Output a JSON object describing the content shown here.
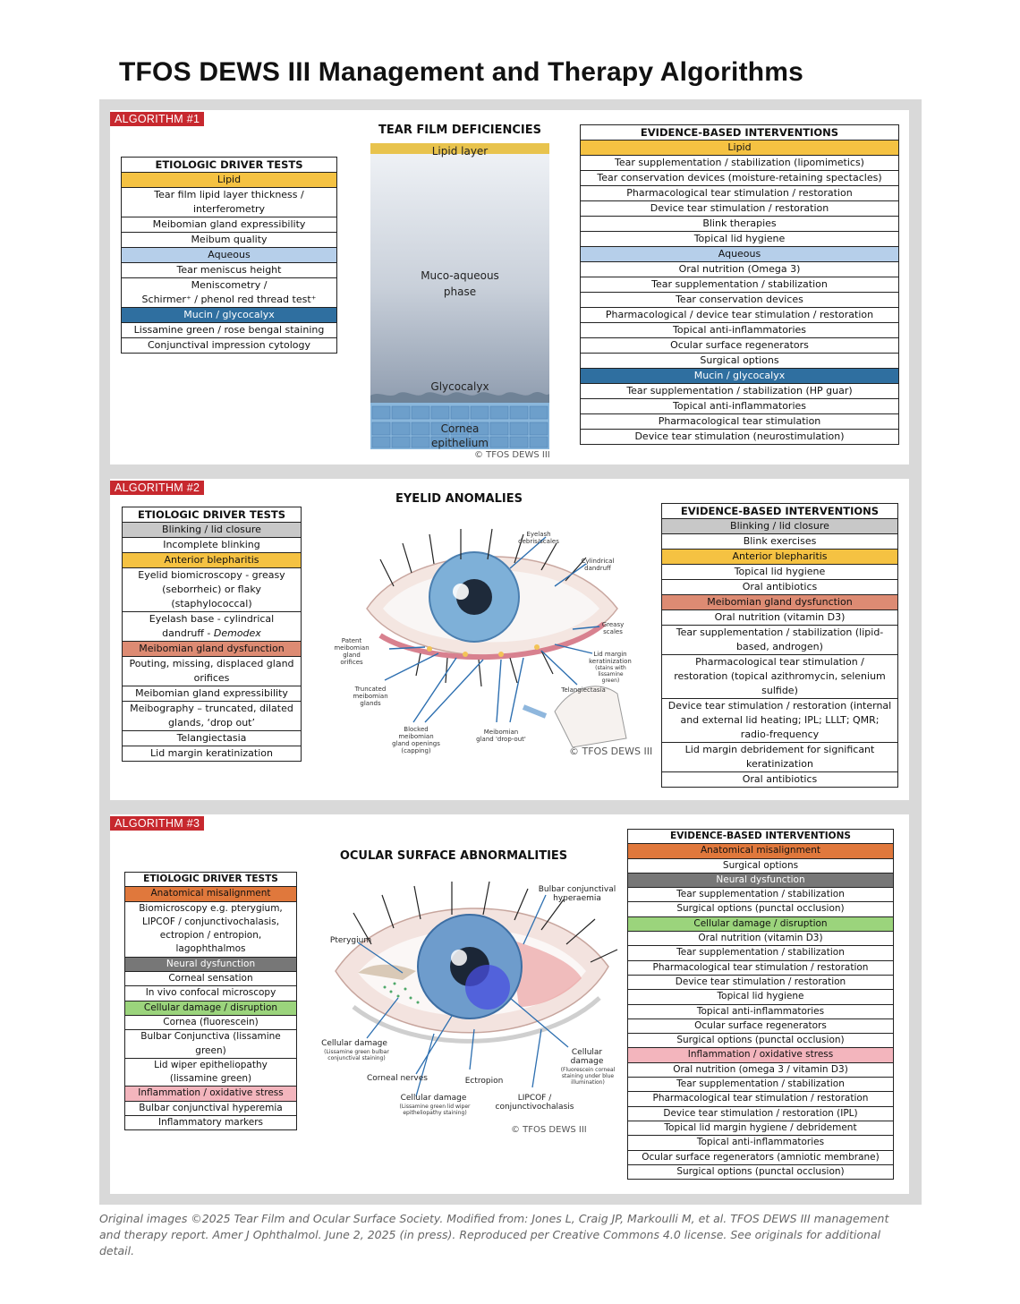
{
  "page_title": "TFOS DEWS III Management and Therapy Algorithms",
  "colors": {
    "frame": "#d9d9d9",
    "algorithm_label": "#c7282e",
    "lipid": "#f5c242",
    "aqueous": "#b6cfea",
    "mucin": "#2f6fa0"
  },
  "alg1": {
    "label": "ALGORITHM #1",
    "title": "TEAR FILM DEFICIENCIES",
    "diagram": {
      "lipid": "Lipid layer",
      "muco": "Muco-aqueous\nphase",
      "glyco": "Glycocalyx",
      "cornea": "Cornea\nepithelium",
      "copyright": "© TFOS DEWS III"
    },
    "tests_header": "ETIOLOGIC DRIVER TESTS",
    "tests": [
      {
        "text": "Lipid",
        "cat": "lipid"
      },
      {
        "text": "Tear film lipid layer thickness /\ninterferometry",
        "cat": ""
      },
      {
        "text": "Meibomian gland expressibility",
        "cat": ""
      },
      {
        "text": "Meibum quality",
        "cat": ""
      },
      {
        "text": "Aqueous",
        "cat": "aqueous"
      },
      {
        "text": "Tear meniscus height",
        "cat": ""
      },
      {
        "text": "Meniscometry /\nSchirmer⁺ / phenol red thread test⁺",
        "cat": ""
      },
      {
        "text": "Mucin / glycocalyx",
        "cat": "mucin"
      },
      {
        "text": "Lissamine green / rose bengal staining",
        "cat": ""
      },
      {
        "text": "Conjunctival impression cytology",
        "cat": ""
      }
    ],
    "int_header": "EVIDENCE-BASED INTERVENTIONS",
    "interventions": [
      {
        "text": "Lipid",
        "cat": "lipid"
      },
      {
        "text": "Tear supplementation / stabilization (lipomimetics)",
        "cat": ""
      },
      {
        "text": "Tear conservation devices (moisture-retaining spectacles)",
        "cat": ""
      },
      {
        "text": "Pharmacological tear stimulation / restoration",
        "cat": ""
      },
      {
        "text": "Device tear stimulation / restoration",
        "cat": ""
      },
      {
        "text": "Blink therapies",
        "cat": ""
      },
      {
        "text": "Topical lid hygiene",
        "cat": ""
      },
      {
        "text": "Aqueous",
        "cat": "aqueous"
      },
      {
        "text": "Oral nutrition (Omega 3)",
        "cat": ""
      },
      {
        "text": "Tear supplementation / stabilization",
        "cat": ""
      },
      {
        "text": "Tear conservation devices",
        "cat": ""
      },
      {
        "text": "Pharmacological / device tear stimulation / restoration",
        "cat": ""
      },
      {
        "text": "Topical anti-inflammatories",
        "cat": ""
      },
      {
        "text": "Ocular surface regenerators",
        "cat": ""
      },
      {
        "text": "Surgical options",
        "cat": ""
      },
      {
        "text": "Mucin / glycocalyx",
        "cat": "mucin"
      },
      {
        "text": "Tear supplementation / stabilization (HP guar)",
        "cat": ""
      },
      {
        "text": "Topical anti-inflammatories",
        "cat": ""
      },
      {
        "text": "Pharmacological tear stimulation",
        "cat": ""
      },
      {
        "text": "Device tear stimulation (neurostimulation)",
        "cat": ""
      }
    ]
  },
  "alg2": {
    "label": "ALGORITHM #2",
    "title": "EYELID ANOMALIES",
    "diagram": {
      "eyelash_debris": "Eyelash\ndebris/scales",
      "cyl_dandruff": "Cylindrical\ndandruff",
      "greasy": "Greasy\nscales",
      "lid_margin": "Lid margin\nkeratinization",
      "lid_margin_note": "(stains with\nlissamine\ngreen)",
      "telangiectasia": "Telangiectasia",
      "patent": "Patent\nmeibomian\ngland\norifices",
      "truncated": "Truncated\nmeibomian\nglands",
      "blocked": "Blocked\nmeibomian\ngland openings\n(capping)",
      "dropout": "Meibomian\ngland 'drop-out'",
      "copyright": "© TFOS DEWS III"
    },
    "tests_header": "ETIOLOGIC DRIVER TESTS",
    "tests": [
      {
        "text": "Blinking / lid closure",
        "cat": "gray"
      },
      {
        "text": "Incomplete blinking",
        "cat": ""
      },
      {
        "text": "Anterior blepharitis",
        "cat": "lipid"
      },
      {
        "text": "Eyelid biomicroscopy - greasy\n(seborrheic) or flaky\n(staphylococcal)",
        "cat": ""
      },
      {
        "text": "Eyelash base - cylindrical\ndandruff - Demodex",
        "cat": ""
      },
      {
        "text": "Meibomian gland dysfunction",
        "cat": "salmon"
      },
      {
        "text": "Pouting, missing, displaced gland\norifices",
        "cat": ""
      },
      {
        "text": "Meibomian gland expressibility",
        "cat": ""
      },
      {
        "text": "Meibography – truncated, dilated\nglands, ‘drop out’",
        "cat": ""
      },
      {
        "text": "Telangiectasia",
        "cat": ""
      },
      {
        "text": "Lid margin keratinization",
        "cat": ""
      }
    ],
    "int_header": "EVIDENCE-BASED INTERVENTIONS",
    "interventions": [
      {
        "text": "Blinking / lid closure",
        "cat": "gray"
      },
      {
        "text": "Blink exercises",
        "cat": ""
      },
      {
        "text": "Anterior blepharitis",
        "cat": "lipid"
      },
      {
        "text": "Topical lid hygiene",
        "cat": ""
      },
      {
        "text": "Oral antibiotics",
        "cat": ""
      },
      {
        "text": "Meibomian gland dysfunction",
        "cat": "salmon"
      },
      {
        "text": "Oral nutrition (vitamin D3)",
        "cat": ""
      },
      {
        "text": "Tear supplementation / stabilization (lipid-\nbased, androgen)",
        "cat": ""
      },
      {
        "text": "Pharmacological tear stimulation /\nrestoration (topical azithromycin, selenium\nsulfide)",
        "cat": ""
      },
      {
        "text": "Device tear stimulation / restoration (internal\nand external lid heating; IPL; LLLT; QMR;\nradio-frequency",
        "cat": ""
      },
      {
        "text": "Lid margin debridement for significant\nkeratinization",
        "cat": ""
      },
      {
        "text": "Oral antibiotics",
        "cat": ""
      }
    ]
  },
  "alg3": {
    "label": "ALGORITHM #3",
    "title": "OCULAR SURFACE ABNORMALITIES",
    "diagram": {
      "bulbar": "Bulbar conjunctival\nhyperaemia",
      "pterygium": "Pterygium",
      "cell_damage_left": "Cellular damage",
      "cell_damage_left_note": "(Lissamine green bulbar\nconjunctival staining)",
      "corneal_nerves": "Corneal nerves",
      "ectropion": "Ectropion",
      "cell_damage_bottom": "Cellular damage",
      "cell_damage_bottom_note": "(Lissamine green lid wiper\nepitheliopathy staining)",
      "lipcof": "LIPCOF /\nconjunctivochalasis",
      "cell_damage_right": "Cellular\ndamage",
      "cell_damage_right_note": "(Fluorescein corneal\nstaining under blue\nillumination)",
      "copyright": "© TFOS DEWS III"
    },
    "tests_header": "ETIOLOGIC DRIVER TESTS",
    "tests": [
      {
        "text": "Anatomical misalignment",
        "cat": "orange"
      },
      {
        "text": "Biomicroscopy e.g. pterygium,\nLIPCOF / conjunctivochalasis,\nectropion / entropion, lagophthalmos",
        "cat": ""
      },
      {
        "text": "Neural dysfunction",
        "cat": "darkgray"
      },
      {
        "text": "Corneal sensation",
        "cat": ""
      },
      {
        "text": "In vivo confocal microscopy",
        "cat": ""
      },
      {
        "text": "Cellular damage / disruption",
        "cat": "green"
      },
      {
        "text": "Cornea (fluorescein)",
        "cat": ""
      },
      {
        "text": "Bulbar Conjunctiva (lissamine\ngreen)",
        "cat": ""
      },
      {
        "text": "Lid wiper epitheliopathy\n(lissamine green)",
        "cat": ""
      },
      {
        "text": "Inflammation / oxidative stress",
        "cat": "pink"
      },
      {
        "text": "Bulbar conjunctival hyperemia",
        "cat": ""
      },
      {
        "text": "Inflammatory markers",
        "cat": ""
      }
    ],
    "int_header": "EVIDENCE-BASED INTERVENTIONS",
    "interventions": [
      {
        "text": "Anatomical misalignment",
        "cat": "orange"
      },
      {
        "text": "Surgical options",
        "cat": ""
      },
      {
        "text": "Neural dysfunction",
        "cat": "darkgray"
      },
      {
        "text": "Tear supplementation / stabilization",
        "cat": ""
      },
      {
        "text": "Surgical options (punctal occlusion)",
        "cat": ""
      },
      {
        "text": "Cellular damage / disruption",
        "cat": "green"
      },
      {
        "text": "Oral nutrition (vitamin D3)",
        "cat": ""
      },
      {
        "text": "Tear supplementation / stabilization",
        "cat": ""
      },
      {
        "text": "Pharmacological tear stimulation / restoration",
        "cat": ""
      },
      {
        "text": "Device tear stimulation / restoration",
        "cat": ""
      },
      {
        "text": "Topical lid hygiene",
        "cat": ""
      },
      {
        "text": "Topical anti-inflammatories",
        "cat": ""
      },
      {
        "text": "Ocular surface regenerators",
        "cat": ""
      },
      {
        "text": "Surgical options (punctal occlusion)",
        "cat": ""
      },
      {
        "text": "Inflammation / oxidative stress",
        "cat": "pink"
      },
      {
        "text": "Oral nutrition (omega 3 / vitamin D3)",
        "cat": ""
      },
      {
        "text": "Tear supplementation / stabilization",
        "cat": ""
      },
      {
        "text": "Pharmacological tear stimulation / restoration",
        "cat": ""
      },
      {
        "text": "Device tear stimulation / restoration (IPL)",
        "cat": ""
      },
      {
        "text": "Topical lid margin hygiene / debridement",
        "cat": ""
      },
      {
        "text": "Topical anti-inflammatories",
        "cat": ""
      },
      {
        "text": "Ocular surface regenerators (amniotic membrane)",
        "cat": ""
      },
      {
        "text": "Surgical options (punctal occlusion)",
        "cat": ""
      }
    ]
  },
  "footer": "Original images ©2025 Tear Film and Ocular Surface Society. Modified from: Jones L, Craig JP, Markoulli M, et al. TFOS DEWS III management and therapy report. Amer J Ophthalmol. June 2, 2025 (in press). Reproduced per Creative Commons 4.0 license. See originals for additional detail."
}
